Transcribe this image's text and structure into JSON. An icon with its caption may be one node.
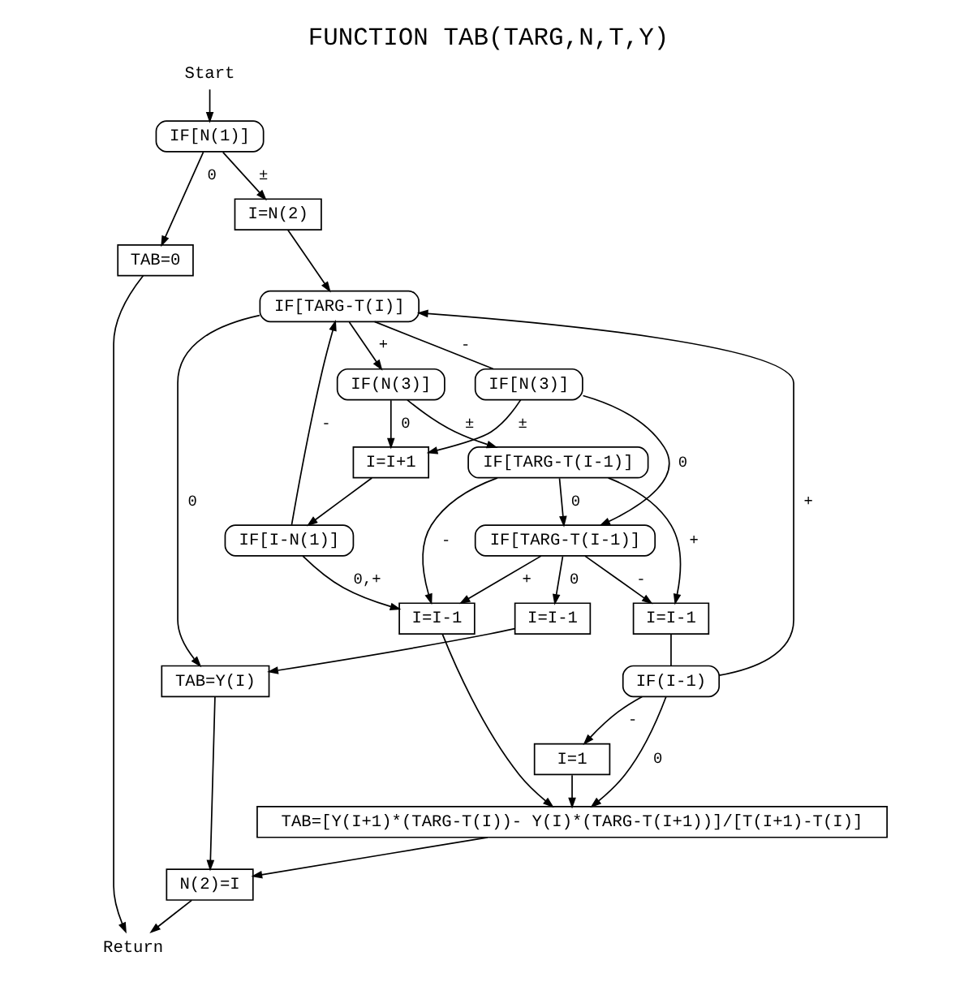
{
  "diagram": {
    "title": "FUNCTION TAB(TARG,N,T,Y)",
    "nodes": [
      {
        "text": [
          "Start"
        ]
      },
      {
        "text": [
          "IF[N(1)]"
        ]
      },
      {
        "text": [
          "TAB=0"
        ]
      },
      {
        "text": [
          "I=N(2)"
        ]
      },
      {
        "text": [
          "IF[N(3)]"
        ]
      },
      {
        "text": [
          "IF[TARG-T(I)]"
        ]
      },
      {
        "text": [
          "IF(N(3)]"
        ]
      },
      {
        "text": [
          "I=I+1"
        ]
      },
      {
        "text": [
          "IF[I-N(1)]"
        ]
      },
      {
        "text": [
          "IF[TARG-T(I-1)]"
        ]
      },
      {
        "text": [
          "I=I-1"
        ]
      },
      {
        "text": [
          "IF[TARG-T(I-1)]"
        ]
      },
      {
        "text": [
          "I=I-1"
        ]
      },
      {
        "text": [
          "I=I-1"
        ]
      },
      {
        "text": [
          "TAB=Y(I)"
        ]
      },
      {
        "text": [
          "IF(I-1)"
        ]
      },
      {
        "text": [
          "I=1"
        ]
      },
      {
        "text": [
          "TAB=[Y(I+1)*(TARG-T(I))- Y(I)*(TARG-T(I+1))]/[T(I+1)-T(I)]"
        ]
      },
      {
        "text": [
          "N(2)=I"
        ]
      },
      {
        "text": [
          "Return"
        ]
      }
    ],
    "edges": [
      {
        "from": 0,
        "to": 1,
        "arrow": "to"
      },
      {
        "from": 1,
        "to": 2,
        "arrow": "to",
        "label": "0"
      },
      {
        "from": 1,
        "to": 3,
        "arrow": "to",
        "label": "±"
      },
      {
        "from": 3,
        "to": 5,
        "arrow": "to"
      },
      {
        "from": 5,
        "to": 4,
        "arrow": "none",
        "label": "-"
      },
      {
        "from": 5,
        "to": 6,
        "arrow": "to",
        "label": "+"
      },
      {
        "from": 5,
        "to": 14,
        "arrow": "to",
        "label": "0"
      },
      {
        "from": 4,
        "to": 7,
        "arrow": "to",
        "label": "±"
      },
      {
        "from": 4,
        "to": 9,
        "arrow": "to",
        "label": "0"
      },
      {
        "from": 6,
        "to": 7,
        "arrow": "to",
        "label": "0"
      },
      {
        "from": 6,
        "to": 11,
        "arrow": "to",
        "label": "±"
      },
      {
        "from": 7,
        "to": 8,
        "arrow": "to"
      },
      {
        "from": 8,
        "to": 5,
        "arrow": "to",
        "label": "-"
      },
      {
        "from": 8,
        "to": 13,
        "arrow": "to",
        "label": "0,+"
      },
      {
        "from": 9,
        "to": 10,
        "arrow": "to",
        "label": "0"
      },
      {
        "from": 9,
        "to": 13,
        "arrow": "to",
        "label": "+"
      },
      {
        "from": 9,
        "to": 12,
        "arrow": "to",
        "label": "-"
      },
      {
        "from": 10,
        "to": 14,
        "arrow": "to"
      },
      {
        "from": 11,
        "to": 9,
        "arrow": "to",
        "label": "0"
      },
      {
        "from": 11,
        "to": 12,
        "arrow": "to",
        "label": "+"
      },
      {
        "from": 11,
        "to": 13,
        "arrow": "to",
        "label": "-"
      },
      {
        "from": 12,
        "to": 15,
        "arrow": "none"
      },
      {
        "from": 15,
        "to": 5,
        "arrow": "to",
        "label": "+"
      },
      {
        "from": 15,
        "to": 16,
        "arrow": "to",
        "label": "-"
      },
      {
        "from": 15,
        "to": 17,
        "arrow": "to",
        "label": "0"
      },
      {
        "from": 16,
        "to": 17,
        "arrow": "to"
      },
      {
        "from": 13,
        "to": 17,
        "arrow": "to"
      },
      {
        "from": 17,
        "to": 18,
        "arrow": "to"
      },
      {
        "from": 14,
        "to": 18,
        "arrow": "to"
      },
      {
        "from": 2,
        "to": 19,
        "arrow": "to"
      },
      {
        "from": 18,
        "to": 19,
        "arrow": "to"
      }
    ]
  }
}
